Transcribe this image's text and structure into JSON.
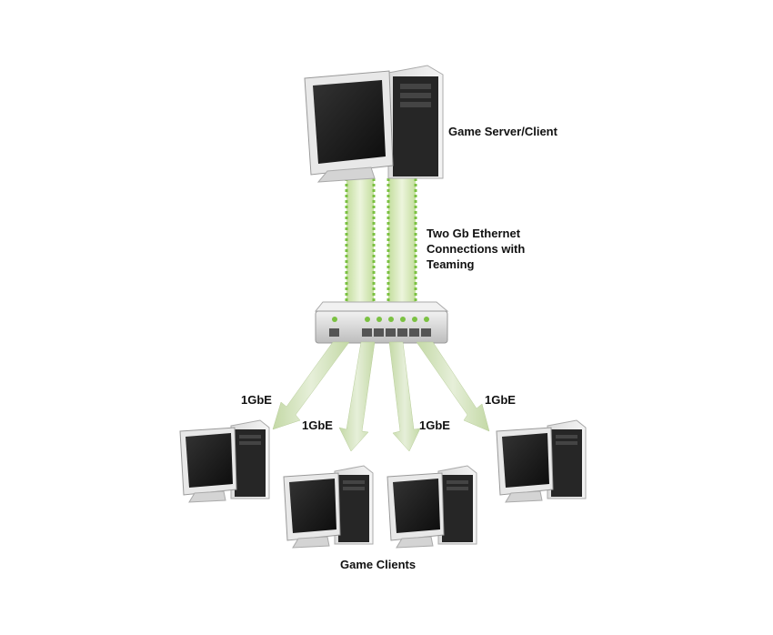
{
  "labels": {
    "server": "Game Server/Client",
    "teaming": "Two Gb Ethernet\nConnections with\nTeaming",
    "clients": "Game Clients"
  },
  "links": [
    "1GbE",
    "1GbE",
    "1GbE",
    "1GbE"
  ],
  "colors": {
    "beam": "#cfe3a6",
    "dotted_link": "#7bc142",
    "arrow": "#c8dca8",
    "monitor": "#e6e6e6",
    "screen": "#1a1a1a",
    "tower": "#2b2b2b",
    "switch_body": "#e2e2e2",
    "switch_led": "#7bc142"
  },
  "icons": [
    "server-computer-icon",
    "network-switch-icon",
    "client-computer-icon"
  ]
}
